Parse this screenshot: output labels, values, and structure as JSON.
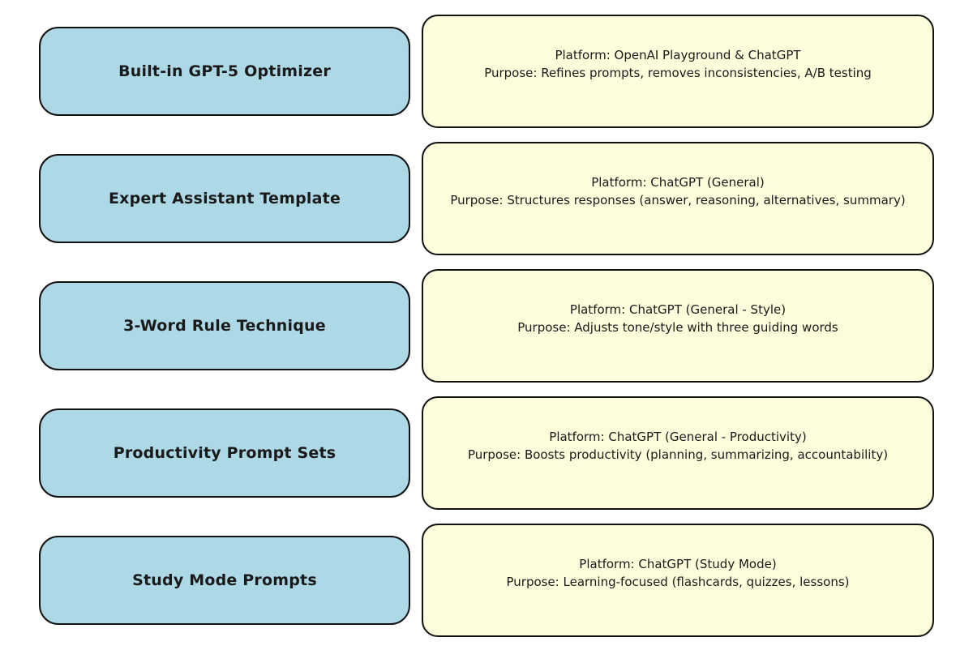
{
  "colors": {
    "title_box_bg": "#ADD8E6",
    "detail_box_bg": "#FDFDDC",
    "border_color": "#111111",
    "text_color": "#1a1a1a",
    "page_bg": "#FFFFFF"
  },
  "rows": [
    {
      "title": "Built-in GPT-5 Optimizer",
      "platform": "Platform: OpenAI Playground & ChatGPT",
      "purpose": "Purpose: Refines prompts, removes inconsistencies, A/B testing"
    },
    {
      "title": "Expert Assistant Template",
      "platform": "Platform: ChatGPT (General)",
      "purpose": "Purpose: Structures responses (answer, reasoning, alternatives, summary)"
    },
    {
      "title": "3-Word Rule Technique",
      "platform": "Platform: ChatGPT (General - Style)",
      "purpose": "Purpose: Adjusts tone/style with three guiding words"
    },
    {
      "title": "Productivity Prompt Sets",
      "platform": "Platform: ChatGPT (General - Productivity)",
      "purpose": "Purpose: Boosts productivity (planning, summarizing, accountability)"
    },
    {
      "title": "Study Mode Prompts",
      "platform": "Platform: ChatGPT (Study Mode)",
      "purpose": "Purpose: Learning-focused (flashcards, quizzes, lessons)"
    }
  ]
}
